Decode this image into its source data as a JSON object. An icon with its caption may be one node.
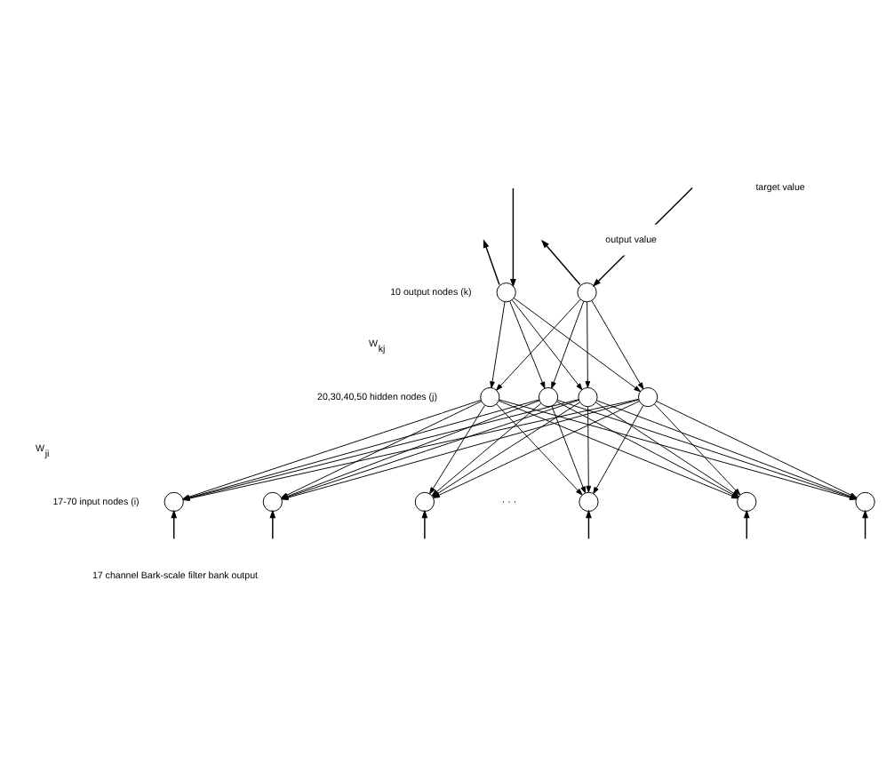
{
  "diagram": {
    "nodes": [
      {
        "text": [],
        "shape": "circle"
      },
      {
        "text": [],
        "shape": "circle"
      },
      {
        "text": [],
        "shape": "circle"
      },
      {
        "text": [],
        "shape": "circle"
      },
      {
        "text": [],
        "shape": "circle"
      },
      {
        "text": [],
        "shape": "circle"
      },
      {
        "text": [],
        "shape": "circle"
      },
      {
        "text": [],
        "shape": "circle"
      },
      {
        "text": [],
        "shape": "circle"
      },
      {
        "text": [],
        "shape": "circle"
      },
      {
        "text": [],
        "shape": "circle"
      },
      {
        "text": [],
        "shape": "circle"
      }
    ],
    "edges": [
      {
        "from": null,
        "to": 0,
        "arrow": "to"
      },
      {
        "from": null,
        "to": 1,
        "arrow": "to"
      },
      {
        "from": 0,
        "to": null,
        "arrow": "to"
      },
      {
        "from": 1,
        "to": null,
        "arrow": "to"
      },
      {
        "from": 0,
        "to": 2,
        "arrow": "to"
      },
      {
        "from": 0,
        "to": 3,
        "arrow": "to"
      },
      {
        "from": 0,
        "to": 4,
        "arrow": "to"
      },
      {
        "from": 0,
        "to": 5,
        "arrow": "to"
      },
      {
        "from": 1,
        "to": 2,
        "arrow": "to"
      },
      {
        "from": 1,
        "to": 3,
        "arrow": "to"
      },
      {
        "from": 1,
        "to": 4,
        "arrow": "to"
      },
      {
        "from": 1,
        "to": 5,
        "arrow": "to"
      },
      {
        "from": 2,
        "to": 6,
        "arrow": "to"
      },
      {
        "from": 2,
        "to": 7,
        "arrow": "to"
      },
      {
        "from": 2,
        "to": 8,
        "arrow": "to"
      },
      {
        "from": 2,
        "to": 9,
        "arrow": "to"
      },
      {
        "from": 2,
        "to": 10,
        "arrow": "to"
      },
      {
        "from": 2,
        "to": 11,
        "arrow": "to"
      },
      {
        "from": 3,
        "to": 6,
        "arrow": "to"
      },
      {
        "from": 3,
        "to": 7,
        "arrow": "to"
      },
      {
        "from": 3,
        "to": 8,
        "arrow": "to"
      },
      {
        "from": 3,
        "to": 9,
        "arrow": "to"
      },
      {
        "from": 3,
        "to": 10,
        "arrow": "to"
      },
      {
        "from": 3,
        "to": 11,
        "arrow": "to"
      },
      {
        "from": 4,
        "to": 6,
        "arrow": "to"
      },
      {
        "from": 4,
        "to": 7,
        "arrow": "to"
      },
      {
        "from": 4,
        "to": 8,
        "arrow": "to"
      },
      {
        "from": 4,
        "to": 9,
        "arrow": "to"
      },
      {
        "from": 4,
        "to": 10,
        "arrow": "to"
      },
      {
        "from": 4,
        "to": 11,
        "arrow": "to"
      },
      {
        "from": 5,
        "to": 6,
        "arrow": "to"
      },
      {
        "from": 5,
        "to": 7,
        "arrow": "to"
      },
      {
        "from": 5,
        "to": 8,
        "arrow": "to"
      },
      {
        "from": 5,
        "to": 9,
        "arrow": "to"
      },
      {
        "from": 5,
        "to": 10,
        "arrow": "to"
      },
      {
        "from": 5,
        "to": 11,
        "arrow": "to"
      },
      {
        "from": null,
        "to": 6,
        "arrow": "to"
      },
      {
        "from": null,
        "to": 7,
        "arrow": "to"
      },
      {
        "from": null,
        "to": 8,
        "arrow": "to"
      },
      {
        "from": null,
        "to": 9,
        "arrow": "to"
      },
      {
        "from": null,
        "to": 10,
        "arrow": "to"
      },
      {
        "from": null,
        "to": 11,
        "arrow": "to"
      }
    ],
    "labels": [
      "target value",
      "output value",
      "10 output nodes (k)",
      "W$_{kj}$",
      "20,30,40,50 hidden nodes (j)",
      "W$_{ji}$",
      "17-70 input nodes (i)",
      "· · ·",
      "17 channel Bark-scale filter bank output"
    ]
  }
}
